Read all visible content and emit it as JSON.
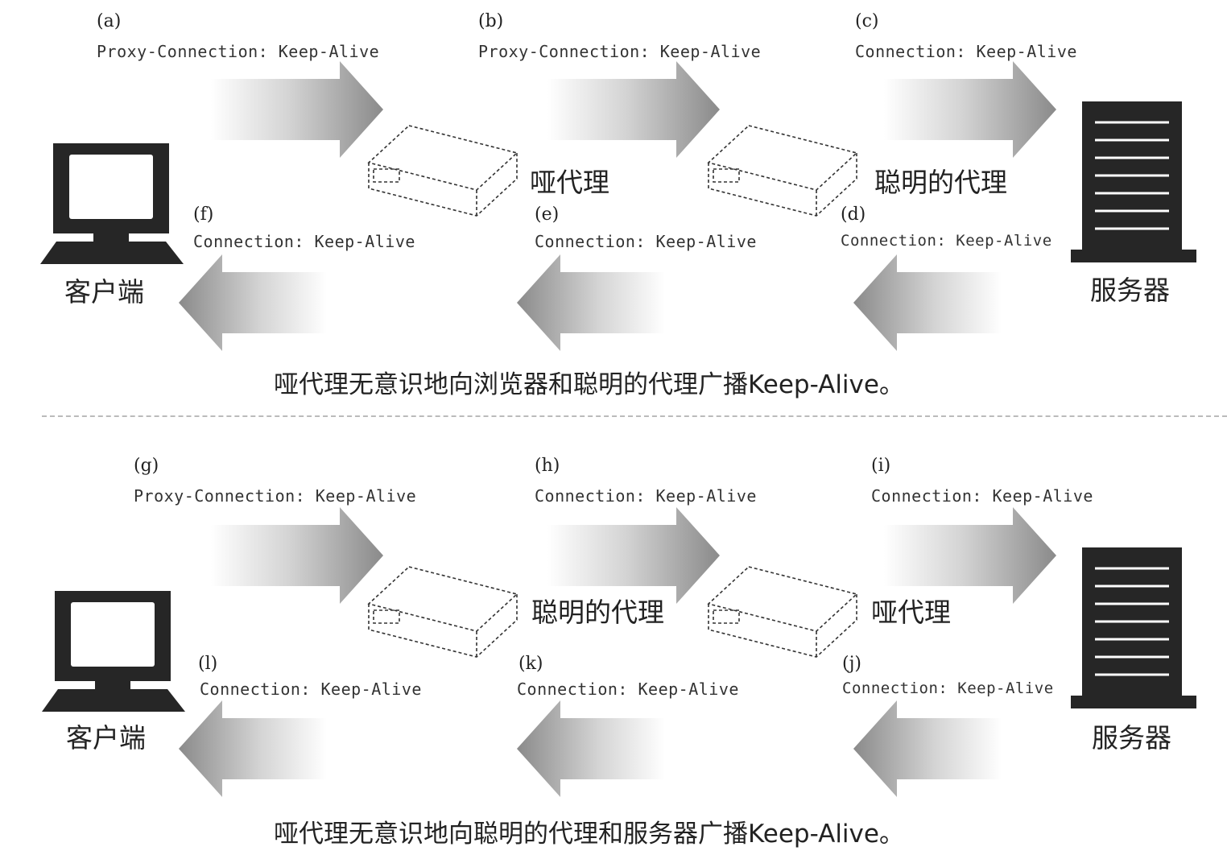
{
  "top": {
    "steps": {
      "a": {
        "label": "(a)",
        "header": "Proxy-Connection: Keep-Alive"
      },
      "b": {
        "label": "(b)",
        "header": "Proxy-Connection: Keep-Alive"
      },
      "c": {
        "label": "(c)",
        "header": "Connection: Keep-Alive"
      },
      "d": {
        "label": "(d)",
        "header": "Connection: Keep-Alive"
      },
      "e": {
        "label": "(e)",
        "header": "Connection: Keep-Alive"
      },
      "f": {
        "label": "(f)",
        "header": "Connection: Keep-Alive"
      }
    },
    "client_label": "客户端",
    "proxy1_label": "哑代理",
    "proxy2_label": "聪明的代理",
    "server_label": "服务器",
    "caption": "哑代理无意识地向浏览器和聪明的代理广播Keep-Alive。"
  },
  "bottom": {
    "steps": {
      "g": {
        "label": "(g)",
        "header": "Proxy-Connection: Keep-Alive"
      },
      "h": {
        "label": "(h)",
        "header": "Connection: Keep-Alive"
      },
      "i": {
        "label": "(i)",
        "header": "Connection: Keep-Alive"
      },
      "j": {
        "label": "(j)",
        "header": "Connection: Keep-Alive"
      },
      "k": {
        "label": "(k)",
        "header": "Connection: Keep-Alive"
      },
      "l": {
        "label": "(l)",
        "header": "Connection: Keep-Alive"
      }
    },
    "client_label": "客户端",
    "proxy1_label": "聪明的代理",
    "proxy2_label": "哑代理",
    "server_label": "服务器",
    "caption": "哑代理无意识地向聪明的代理和服务器广播Keep-Alive。"
  }
}
